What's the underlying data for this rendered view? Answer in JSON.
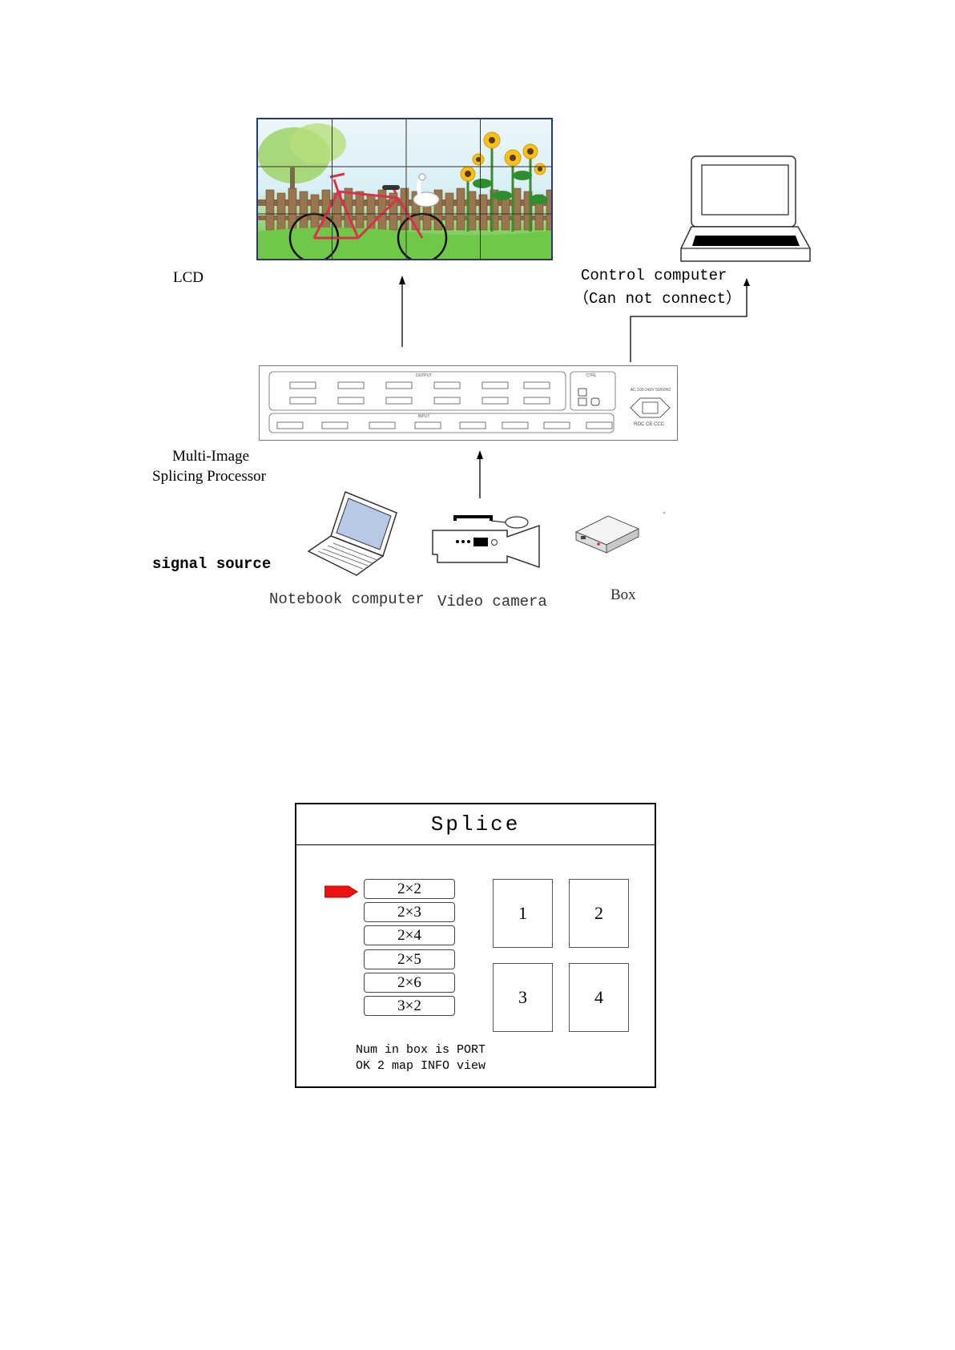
{
  "diagram": {
    "lcd_label": "LCD",
    "control_computer_label": "Control computer",
    "control_computer_note": "（Can not connect）",
    "processor_label_line1": "Multi-Image",
    "processor_label_line2": "Splicing Processor",
    "signal_source_label": "signal source",
    "sources": [
      {
        "label": "Notebook computer"
      },
      {
        "label": "Video camera"
      },
      {
        "label": "Box"
      }
    ],
    "processor_panel": {
      "output_label": "OUTPUT",
      "input_label": "INPUT",
      "ctrl_label": "CTRL",
      "power_label": "AC 100-240V 50/60HZ",
      "cert_label": "ROC CE CCC"
    }
  },
  "splice_menu": {
    "title": "Splice",
    "options": [
      {
        "label": "2×2",
        "selected": true
      },
      {
        "label": "2×3"
      },
      {
        "label": "2×4"
      },
      {
        "label": "2×5"
      },
      {
        "label": "2×6"
      },
      {
        "label": "3×2"
      }
    ],
    "ports": [
      "1",
      "2",
      "3",
      "4"
    ],
    "help_line1": "Num in box is PORT",
    "help_line2": "OK 2 map INFO view",
    "selector_color": "#ee1111"
  }
}
